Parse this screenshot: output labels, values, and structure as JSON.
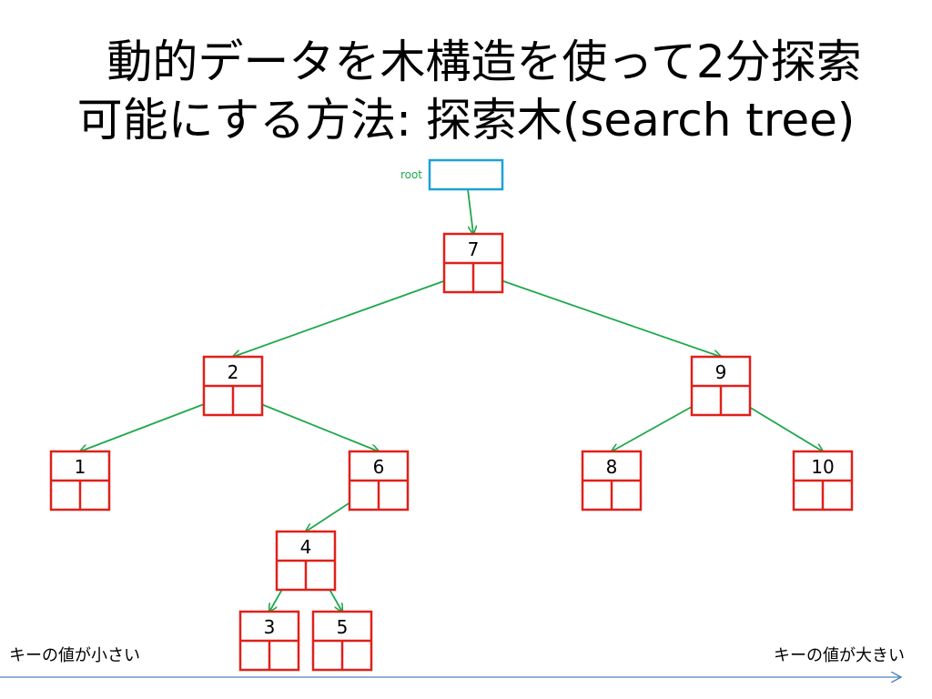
{
  "title": {
    "line1": "動的データを木構造を使って2分探索",
    "line2": "可能にする方法: 探索木(search tree)"
  },
  "root_label": "root",
  "nodes": [
    {
      "id": "n7",
      "key": "7"
    },
    {
      "id": "n2",
      "key": "2"
    },
    {
      "id": "n9",
      "key": "9"
    },
    {
      "id": "n1",
      "key": "1"
    },
    {
      "id": "n6",
      "key": "6"
    },
    {
      "id": "n8",
      "key": "8"
    },
    {
      "id": "n10",
      "key": "10"
    },
    {
      "id": "n4",
      "key": "4"
    },
    {
      "id": "n3",
      "key": "3"
    },
    {
      "id": "n5",
      "key": "5"
    }
  ],
  "edges": [
    {
      "from": "root",
      "to": "n7"
    },
    {
      "from": "n7",
      "side": "left",
      "to": "n2"
    },
    {
      "from": "n7",
      "side": "right",
      "to": "n9"
    },
    {
      "from": "n2",
      "side": "left",
      "to": "n1"
    },
    {
      "from": "n2",
      "side": "right",
      "to": "n6"
    },
    {
      "from": "n9",
      "side": "left",
      "to": "n8"
    },
    {
      "from": "n9",
      "side": "right",
      "to": "n10"
    },
    {
      "from": "n6",
      "side": "left",
      "to": "n4"
    },
    {
      "from": "n4",
      "side": "left",
      "to": "n3"
    },
    {
      "from": "n4",
      "side": "right",
      "to": "n5"
    }
  ],
  "axis": {
    "left_label": "キーの値が小さい",
    "right_label": "キーの値が大きい"
  },
  "colors": {
    "node_border": "#e0201a",
    "root_box": "#1ba1d9",
    "edge": "#1fa84a",
    "axis_line": "#4f81bd"
  }
}
